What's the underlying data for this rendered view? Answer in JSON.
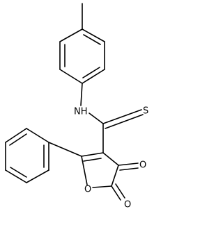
{
  "molecule": {
    "atoms": {
      "nh": "NH",
      "s": "S",
      "o_ketone": "O",
      "o_lactone_carbonyl": "O",
      "o_ring": "O"
    }
  }
}
